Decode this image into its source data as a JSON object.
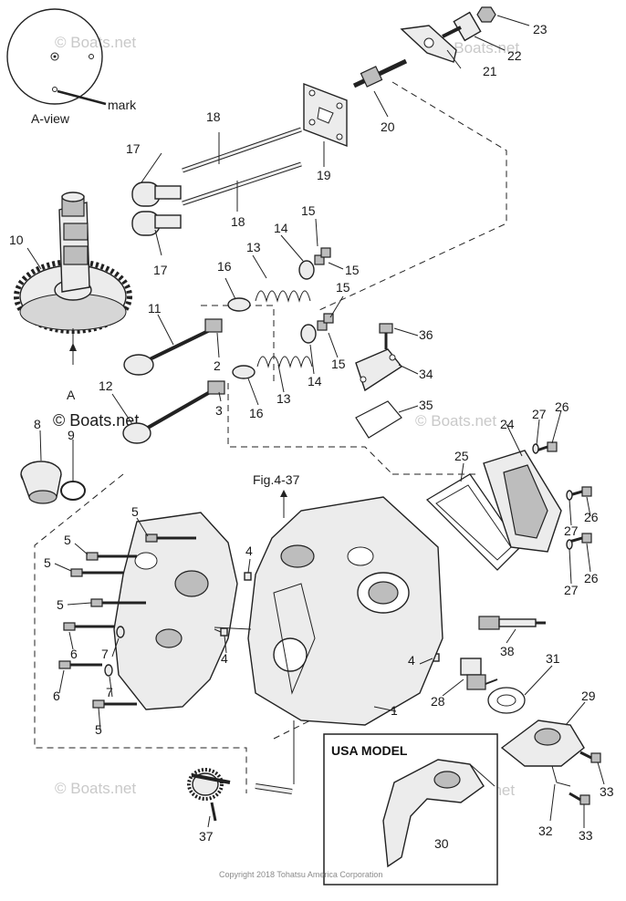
{
  "watermarks": [
    "© Boats.net",
    "© Boats.net",
    "© Boats.net",
    "© Boats.net",
    "© Boats.net",
    "© Boats.net"
  ],
  "watermark_dark": "© Boats.net",
  "copyright": "Copyright 2018 Tohatsu America Corporation",
  "a_view": {
    "title": "A-view",
    "mark_label": "mark"
  },
  "view_arrow_label": "A",
  "fig_ref": "Fig.4-37",
  "usa_model": {
    "title": "USA MODEL",
    "callout": "30"
  },
  "callouts": {
    "c1": "1",
    "c2": "2",
    "c3": "3",
    "c4a": "4",
    "c4b": "4",
    "c4c": "4",
    "c5a": "5",
    "c5b": "5",
    "c5c": "5",
    "c5d": "5",
    "c5e": "5",
    "c6a": "6",
    "c6b": "6",
    "c7a": "7",
    "c7b": "7",
    "c8": "8",
    "c9": "9",
    "c10": "10",
    "c11": "11",
    "c12": "12",
    "c13a": "13",
    "c13b": "13",
    "c14a": "14",
    "c14b": "14",
    "c15a": "15",
    "c15b": "15",
    "c15c": "15",
    "c15d": "15",
    "c16a": "16",
    "c16b": "16",
    "c17a": "17",
    "c17b": "17",
    "c18a": "18",
    "c18b": "18",
    "c19": "19",
    "c20": "20",
    "c21": "21",
    "c22": "22",
    "c23": "23",
    "c24": "24",
    "c25": "25",
    "c26a": "26",
    "c26b": "26",
    "c26c": "26",
    "c27a": "27",
    "c27b": "27",
    "c27c": "27",
    "c28": "28",
    "c29": "29",
    "c31": "31",
    "c32": "32",
    "c33a": "33",
    "c33b": "33",
    "c34": "34",
    "c35": "35",
    "c36": "36",
    "c37": "37",
    "c38": "38"
  }
}
